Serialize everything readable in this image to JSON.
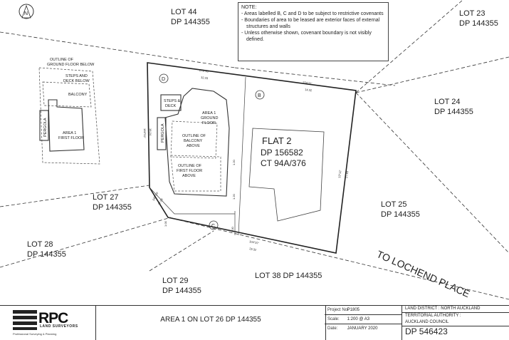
{
  "north_label": "N",
  "notes": {
    "heading": "NOTE:",
    "items": [
      "Areas labelled B, C and D to be subject to restrictive covenants",
      "Boundaries of area to be leased are exterior faces of external structures and walls",
      "Unless otherwise shown, covenant boundary is not visibly defined."
    ]
  },
  "lots": {
    "lot44": {
      "lot": "LOT 44",
      "dp": "DP 144355"
    },
    "lot23": {
      "lot": "LOT 23",
      "dp": "DP 144355"
    },
    "lot24": {
      "lot": "LOT 24",
      "dp": "DP 144355"
    },
    "lot25": {
      "lot": "LOT 25",
      "dp": "DP 144355"
    },
    "lot27": {
      "lot": "LOT 27",
      "dp": "DP 144355"
    },
    "lot28": {
      "lot": "LOT 28",
      "dp": "DP 144355"
    },
    "lot29": {
      "lot": "LOT 29",
      "dp": "DP 144355"
    },
    "lot38": "LOT 38 DP 144355"
  },
  "flat": {
    "name": "FLAT 2",
    "dp": "DP 156582",
    "ct": "CT 94A/376"
  },
  "road": "TO LOCHEND PLACE",
  "areas": {
    "b": "B",
    "c": "C",
    "d": "D"
  },
  "left_building": {
    "outline_ground": [
      "OUTLINE OF",
      "GROUND FLOOR BELOW"
    ],
    "steps_deck": [
      "STEPS AND",
      "DECK BELOW"
    ],
    "balcony": "BALCONY",
    "pergola": "PERGOLA",
    "area1": [
      "AREA 1",
      "FIRST FLOOR"
    ]
  },
  "right_building": {
    "steps": [
      "STEPS &",
      "DECK"
    ],
    "pergola": "PERGOLA",
    "area1": [
      "AREA 1",
      "GROUND",
      "FLOOR"
    ],
    "balcony": [
      "OUTLINE OF",
      "BALCONY",
      "ABOVE"
    ],
    "first_floor": [
      "OUTLINE OF",
      "FIRST FLOOR",
      "ABOVE"
    ]
  },
  "dimensions": {
    "top1": [
      "279°33'",
      "32.33"
    ],
    "top2": [
      "274°11'",
      "14.32"
    ],
    "left": [
      "166°52'",
      "16.24"
    ],
    "right": [
      "13°12'",
      "27.83"
    ],
    "bottom": [
      "104°37'",
      "23.32"
    ],
    "diag": [
      "146°29'",
      "17.09"
    ],
    "d1": "1.20",
    "d2": "1.20",
    "d3": "3.00",
    "d4": "1.00"
  },
  "title_block": {
    "main_title": "AREA 1 ON LOT 26 DP 144355",
    "project_label": "Project No:",
    "project_value": "P1805",
    "scale_label": "Scale:",
    "scale_value": "1:200 @ A3",
    "date_label": "Date:",
    "date_value": "JANUARY 2020",
    "land_district": "LAND DISTRICT : NORTH AUCKLAND",
    "territorial": "TERRITORIAL AUTHORITY :",
    "council": "AUCKLAND COUNCIL",
    "dp_number": "DP 546423"
  },
  "logo": {
    "name": "RPC",
    "sub": "LAND SURVEYORS",
    "tagline": "Professional Surveying & Planning"
  }
}
